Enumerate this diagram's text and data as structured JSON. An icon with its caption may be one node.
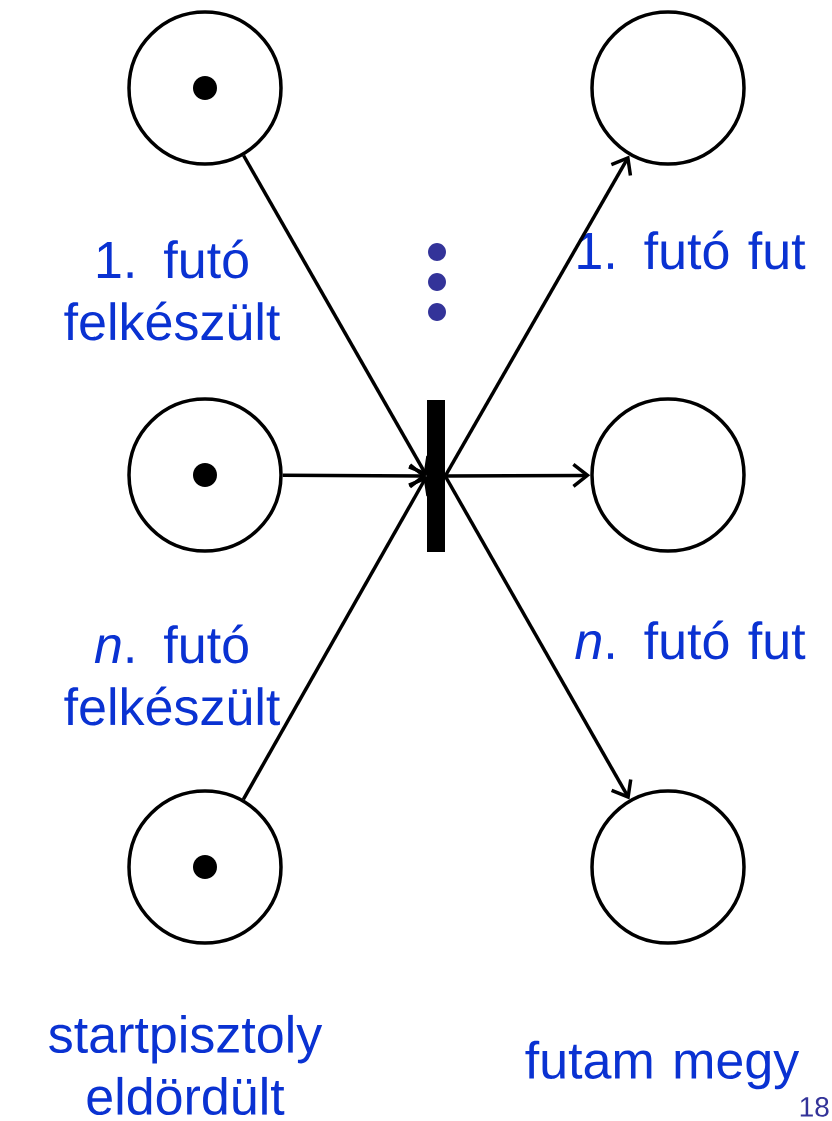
{
  "diagram": {
    "nodes": [
      {
        "text": [
          "1. futó felkészült"
        ]
      },
      {
        "text": [
          "*n*. futó felkészült"
        ]
      },
      {
        "text": [
          "startpisztoly eldördült"
        ]
      },
      {
        "text": [],
        "shape": "bar"
      },
      {
        "text": [
          "1. futó fut"
        ]
      },
      {
        "text": [
          "*n*. futó fut"
        ]
      },
      {
        "text": [
          "futam megy"
        ]
      }
    ],
    "edges": [
      {
        "from": 0,
        "to": 3,
        "arrow": "to"
      },
      {
        "from": 1,
        "to": 3,
        "arrow": "to"
      },
      {
        "from": 2,
        "to": 3,
        "arrow": "to"
      },
      {
        "from": 3,
        "to": 4,
        "arrow": "to"
      },
      {
        "from": 3,
        "to": 5,
        "arrow": "to"
      },
      {
        "from": 3,
        "to": 6,
        "arrow": "to"
      }
    ],
    "labels": [
      "18"
    ]
  }
}
